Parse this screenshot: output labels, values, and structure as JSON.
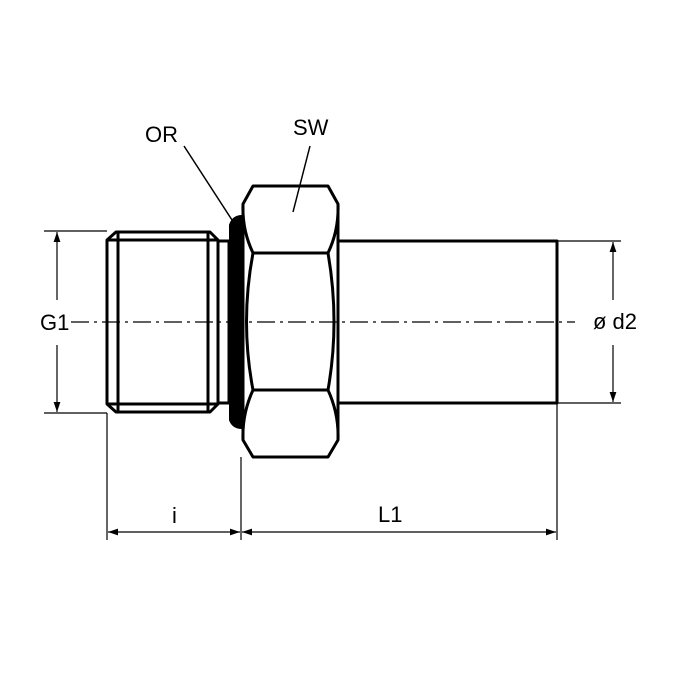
{
  "labels": {
    "or": "OR",
    "sw": "SW",
    "g1": "G1",
    "d2": "ø d2",
    "i": "i",
    "l1": "L1"
  },
  "colors": {
    "line": "#000000",
    "background": "#ffffff"
  }
}
